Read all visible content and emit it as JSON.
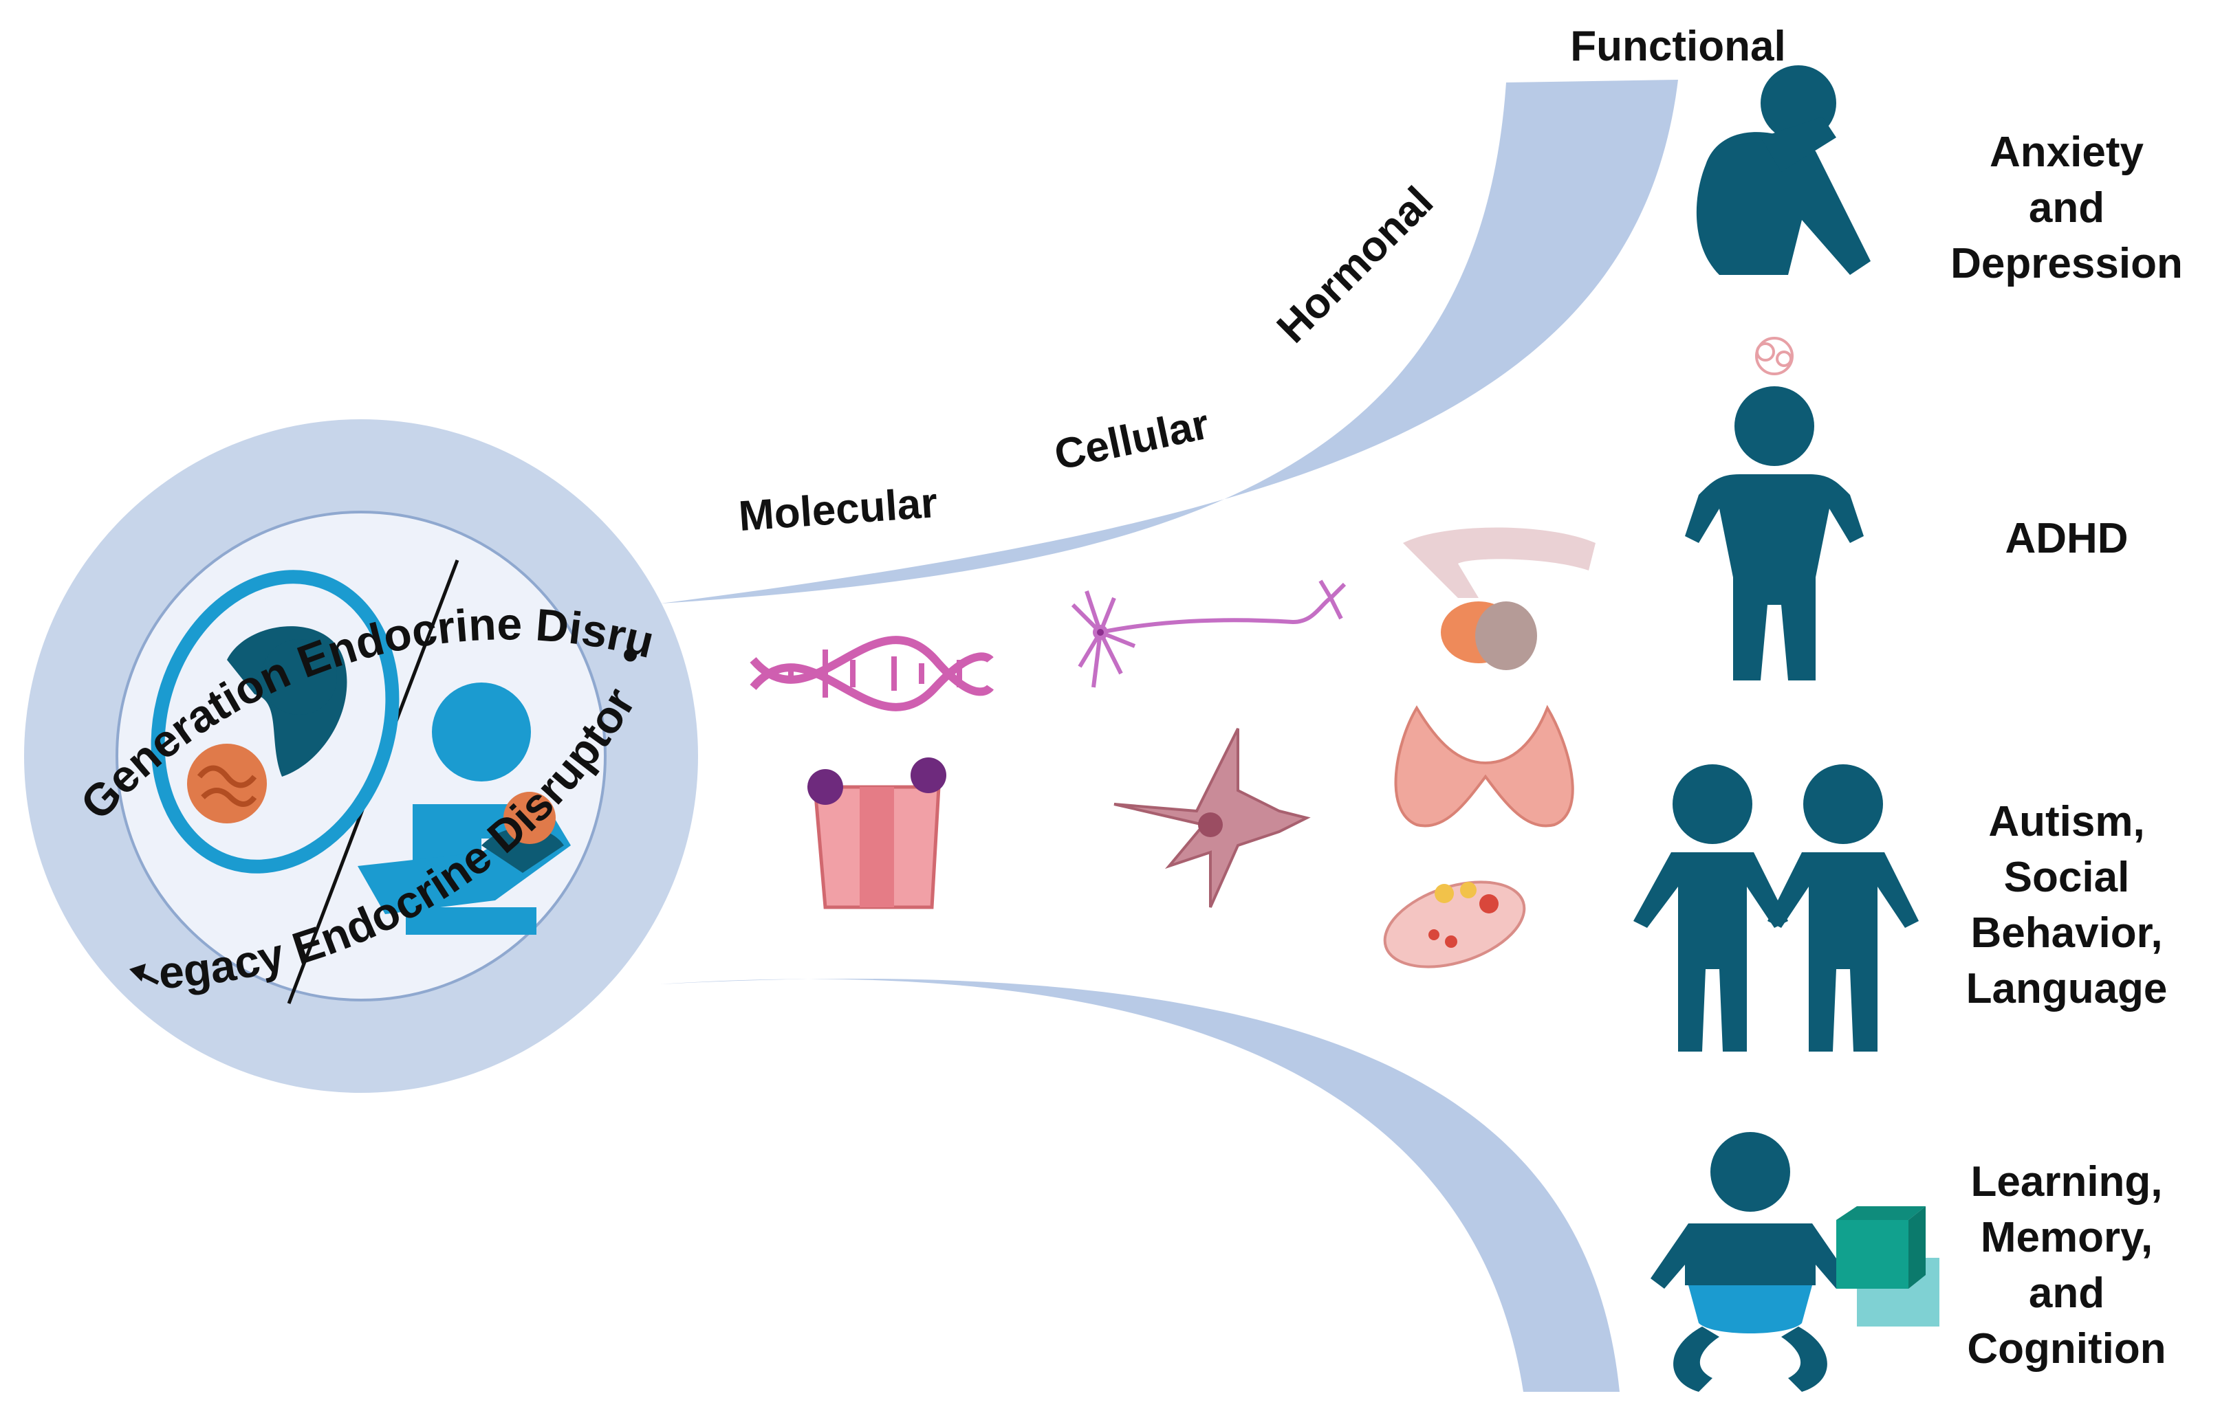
{
  "circle": {
    "upper_arc_text": "New Generation Endocrine Disruptors",
    "lower_arc_text": "Legacy Endocrine Disruptors",
    "separator": "•"
  },
  "levels": [
    "Molecular",
    "Cellular",
    "Hormonal",
    "Functional"
  ],
  "outcomes": [
    [
      "Anxiety",
      "and",
      "Depression"
    ],
    [
      "ADHD"
    ],
    [
      "Autism,",
      "Social",
      "Behavior,",
      "Language"
    ],
    [
      "Learning,",
      "Memory,",
      "and",
      "Cognition"
    ]
  ],
  "colors": {
    "figure_teal": "#0d5b74",
    "circle_ring": "#c7d5ea",
    "circle_inner": "#eef2fa",
    "funnel": "#b8cae6",
    "accent_blue": "#1b9bd0",
    "block_green": "#11a18e",
    "block_light": "#7fd1d3"
  }
}
